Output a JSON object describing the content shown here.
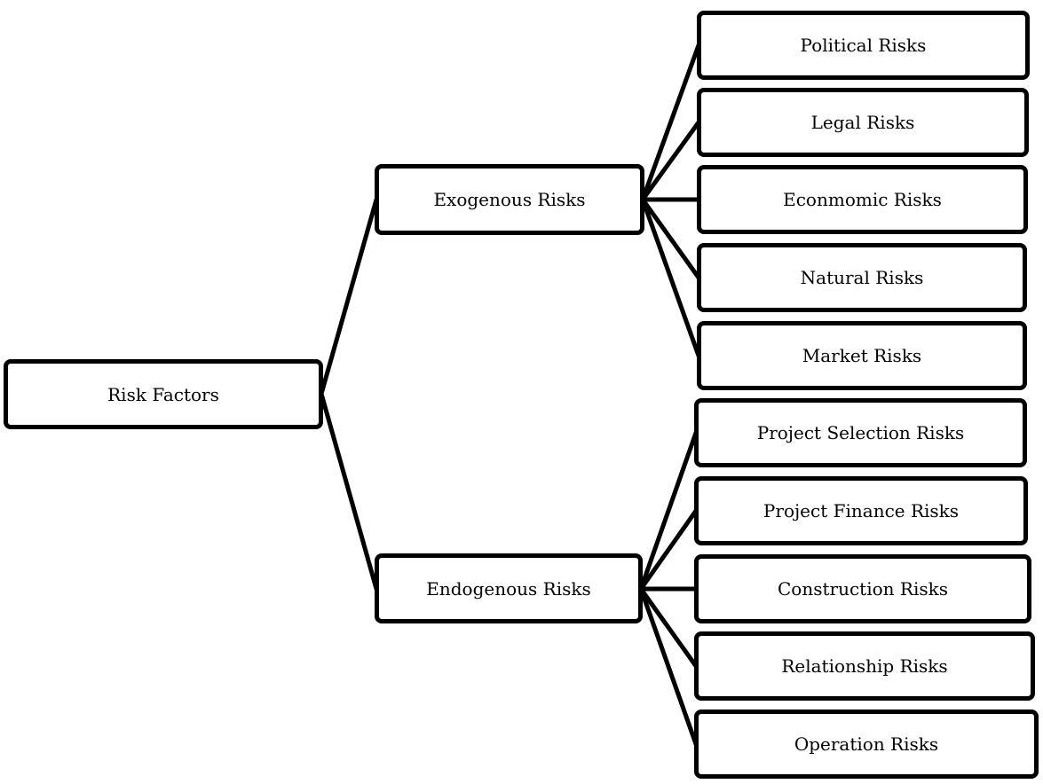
{
  "root": {
    "label": "Risk Factors"
  },
  "exogenous": {
    "label": "Exogenous Risks",
    "children": [
      "Political Risks",
      "Legal Risks",
      "Econmomic Risks",
      "Natural Risks",
      "Market Risks"
    ]
  },
  "endogenous": {
    "label": "Endogenous Risks",
    "children": [
      "Project Selection Risks",
      "Project Finance Risks",
      "Construction Risks",
      "Relationship Risks",
      "Operation Risks"
    ]
  }
}
